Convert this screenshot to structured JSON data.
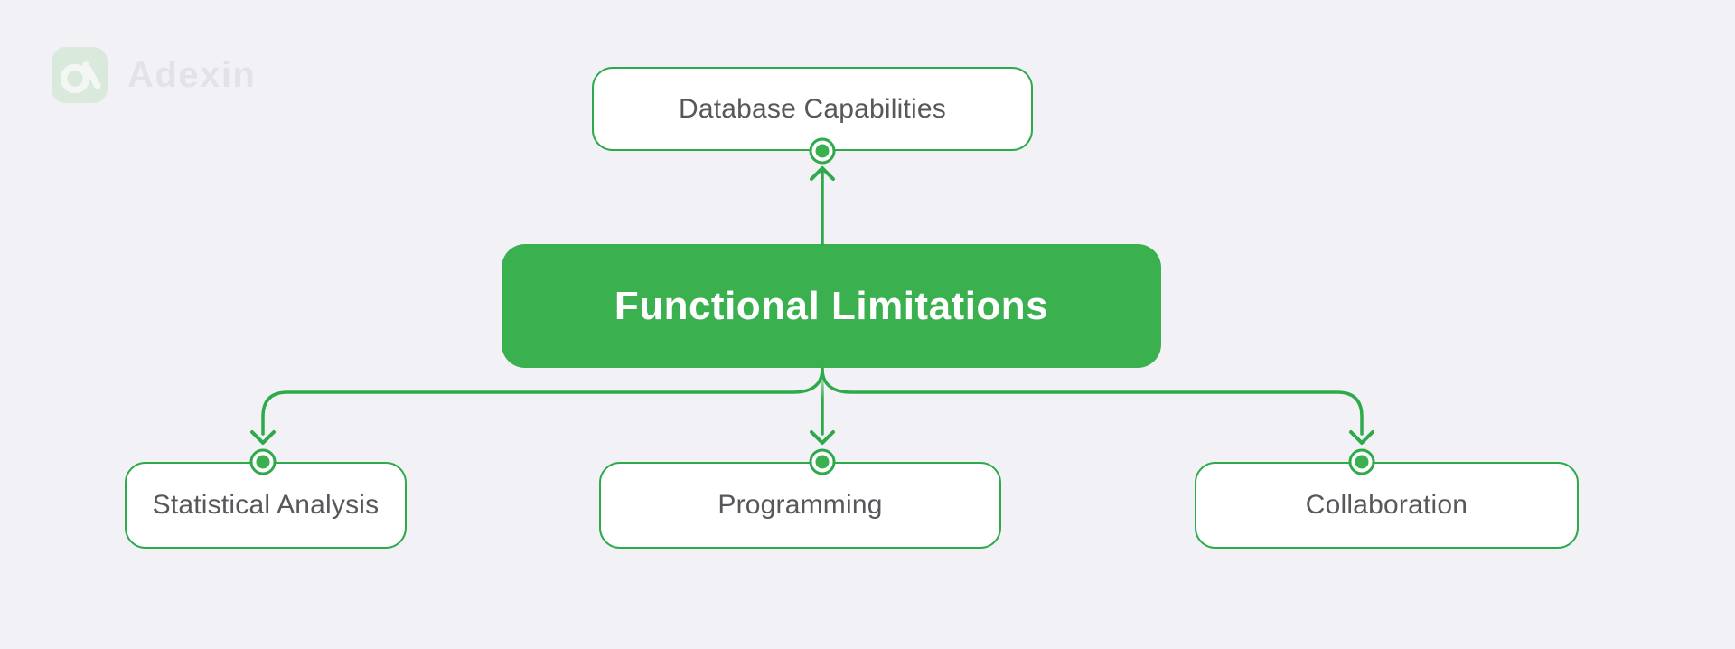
{
  "brand": {
    "name": "Adexin",
    "logo_icon": "adexin-logo"
  },
  "colors": {
    "bg": "#f1f1f6",
    "accent-green": "#3ab04e",
    "stroke-green": "#2faa4a",
    "node-text": "#58585c",
    "root-text": "#ffffff",
    "brand-text": "#e2e2e7",
    "logo-tile": "#d9e9db",
    "logo-glyph": "#f3f6f2",
    "node-bg": "#ffffff"
  },
  "diagram": {
    "root": {
      "label": "Functional Limitations"
    },
    "parent": {
      "label": "Database Capabilities"
    },
    "children": [
      {
        "label": "Statistical Analysis"
      },
      {
        "label": "Programming"
      },
      {
        "label": "Collaboration"
      }
    ]
  }
}
